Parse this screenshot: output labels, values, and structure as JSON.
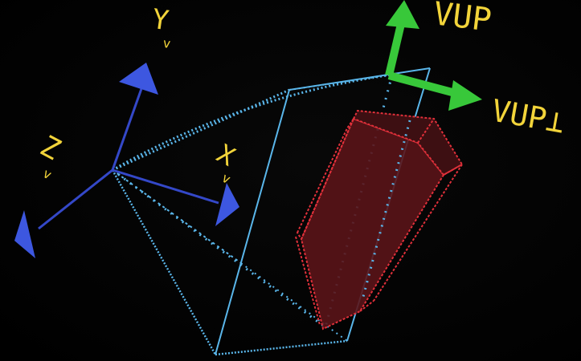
{
  "diagram": {
    "background": "#000000",
    "colors": {
      "axes": "#3448c8",
      "axes_head": "#3d57e0",
      "frustum": "#5ab6ea",
      "object": "#e0303a",
      "object_fill": "#5a1418",
      "vup": "#38c83a",
      "labels": "#f2d43a"
    },
    "labels": {
      "y_axis": "Y",
      "x_axis": "X",
      "z_axis": "Z",
      "vup_up": "VUP",
      "vup_right": "VUP⊥"
    },
    "subscript": "v"
  }
}
